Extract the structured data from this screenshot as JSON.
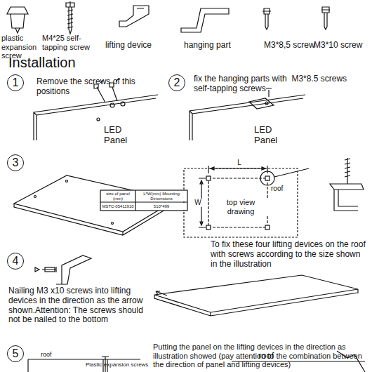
{
  "diagram": {
    "title": "Installation",
    "nodes": [
      {
        "text": [
          "1"
        ]
      },
      {
        "text": [
          "2"
        ]
      },
      {
        "text": [
          "3"
        ]
      },
      {
        "text": [
          "4"
        ]
      },
      {
        "text": [
          "5"
        ]
      }
    ],
    "labels": [
      "plastic expansion screw",
      "M4*25 self-tapping screw",
      "lifting device",
      "hanging part",
      "M3*8,5 screw",
      "M3*10 screw",
      "Remove the screws of this positions",
      "LED Panel",
      "fix the hanging parts with  M3*8.5 screws self-tapping screws",
      "LED Panel",
      "size of panel (mm)",
      "L*W(mm) Mounting Dimensions",
      "MSTC-05411910",
      "510*499",
      "L",
      "W",
      "top view drawing",
      "roof",
      "To fix these four lifting devices on the roof with screws according to the size shown in the illustration",
      "Nailing M3 x10 screws into lifting devices in the direction as the arrow shown.Attention: The screws should not be nailed to the bottom",
      "Putting the panel on the lifting devices in the direction as illustration showed (pay attention to the combination between the direction of panel and lifting devices)",
      "roof",
      "Plastic expansion screws",
      "roof"
    ]
  }
}
